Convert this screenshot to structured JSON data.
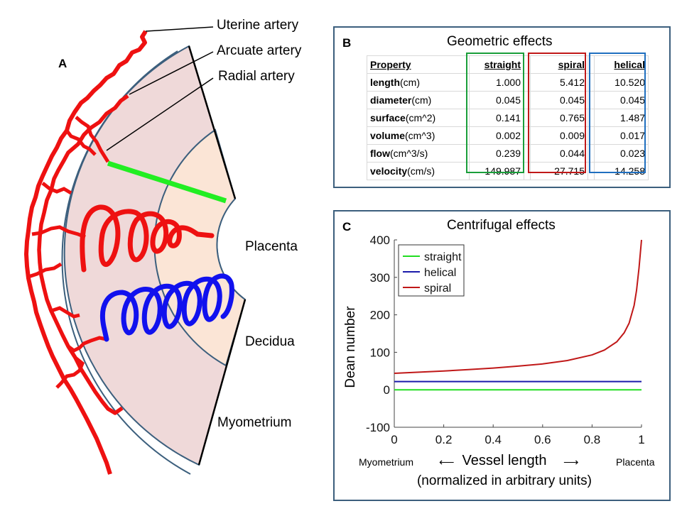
{
  "panel_a": {
    "letter": "A",
    "labels": {
      "uterine": "Uterine artery",
      "arcuate": "Arcuate artery",
      "radial": "Radial artery",
      "placenta": "Placenta",
      "decidua": "Decidua",
      "myometrium": "Myometrium"
    },
    "colors": {
      "myometrium": "#efd9d9",
      "decidua": "#fbe5d6",
      "border": "#3c5f7d",
      "artery": "#ee1111",
      "straight": "#22ee22",
      "spiral": "#ee1111",
      "helical": "#1111ee"
    }
  },
  "panel_b": {
    "letter": "B",
    "title": "Geometric effects",
    "header": {
      "property": "Property",
      "straight": "straight",
      "spiral": "spiral",
      "helical": "helical"
    },
    "rows": [
      {
        "name": "length",
        "unit": "(cm)",
        "straight": "1.000",
        "spiral": "5.412",
        "helical": "10.520"
      },
      {
        "name": "diameter",
        "unit": "(cm)",
        "straight": "0.045",
        "spiral": "0.045",
        "helical": "0.045"
      },
      {
        "name": "surface",
        "unit": "(cm^2)",
        "straight": "0.141",
        "spiral": "0.765",
        "helical": "1.487"
      },
      {
        "name": "volume",
        "unit": "(cm^3)",
        "straight": "0.002",
        "spiral": "0.009",
        "helical": "0.017"
      },
      {
        "name": "flow",
        "unit": "(cm^3/s)",
        "straight": "0.239",
        "spiral": "0.044",
        "helical": "0.023"
      },
      {
        "name": "velocity",
        "unit": "(cm/s)",
        "straight": "149.987",
        "spiral": "27.715",
        "helical": "14.258"
      }
    ],
    "box_colors": {
      "straight": "#1a9e3a",
      "spiral": "#c01818",
      "helical": "#1f6fbf"
    }
  },
  "panel_c": {
    "letter": "C",
    "bottom_left": "Myometrium",
    "bottom_right": "Placenta",
    "arrow_left": "⟵",
    "arrow_right": "⟶",
    "subtitle": "(normalized in arbitrary units)",
    "chart_data": {
      "type": "line",
      "title": "Centrifugal effects",
      "xlabel": "Vessel length",
      "ylabel": "Dean number",
      "xlim": [
        0,
        1
      ],
      "ylim": [
        -100,
        400
      ],
      "xticks": [
        0,
        0.2,
        0.4,
        0.6,
        0.8,
        1
      ],
      "yticks": [
        -100,
        0,
        100,
        200,
        300,
        400
      ],
      "legend_position": "top-left",
      "grid": false,
      "series": [
        {
          "name": "straight",
          "color": "#22dd22",
          "x": [
            0,
            1
          ],
          "y": [
            0,
            0
          ]
        },
        {
          "name": "helical",
          "color": "#1a1aaa",
          "x": [
            0,
            1
          ],
          "y": [
            22,
            22
          ]
        },
        {
          "name": "spiral",
          "color": "#c01818",
          "x": [
            0,
            0.1,
            0.2,
            0.3,
            0.4,
            0.5,
            0.6,
            0.7,
            0.8,
            0.85,
            0.9,
            0.93,
            0.95,
            0.97,
            0.98,
            0.99,
            1.0
          ],
          "y": [
            44,
            47,
            50,
            54,
            58,
            63,
            69,
            78,
            93,
            106,
            128,
            152,
            178,
            225,
            265,
            325,
            400
          ]
        }
      ]
    }
  }
}
